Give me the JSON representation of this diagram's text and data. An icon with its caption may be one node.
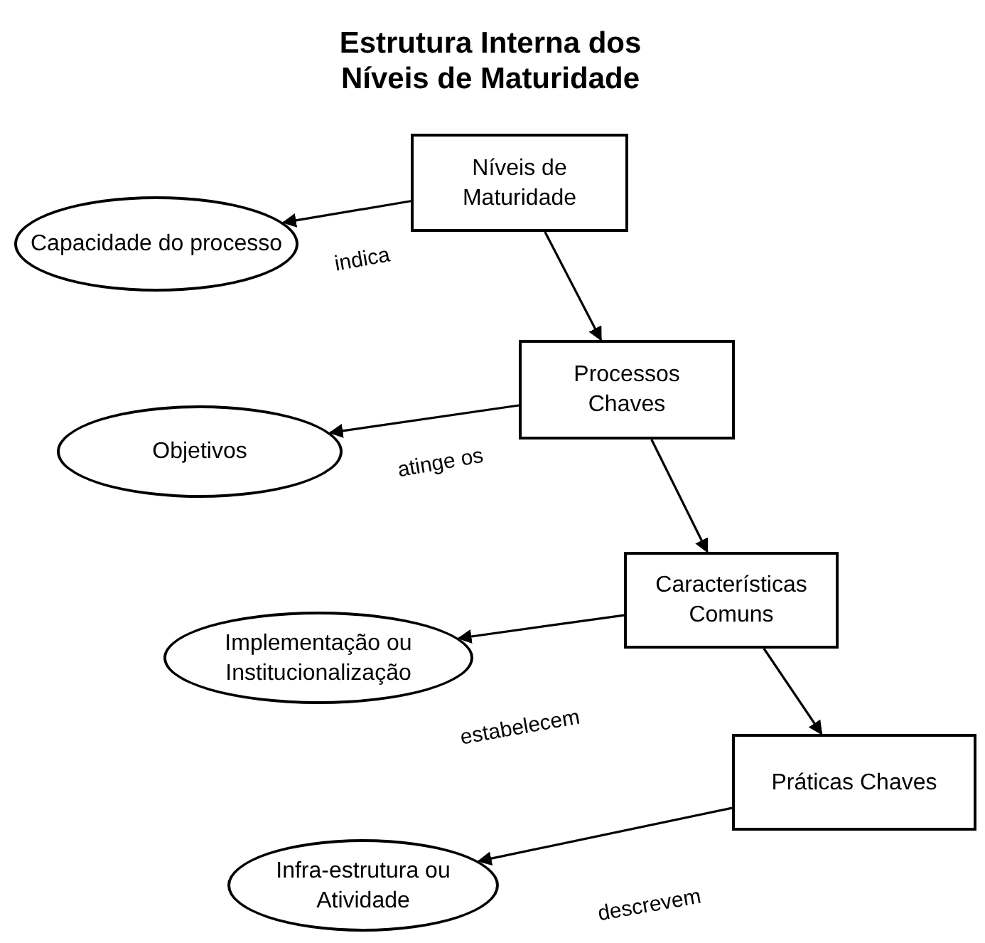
{
  "diagram": {
    "title": "Estrutura Interna dos Níveis de Maturidade",
    "nodes": [
      {
        "text": [
          "Níveis de Maturidade"
        ]
      },
      {
        "text": [
          "Capacidade do processo"
        ]
      },
      {
        "text": [
          "Processos Chaves"
        ]
      },
      {
        "text": [
          "Objetivos"
        ]
      },
      {
        "text": [
          "Características Comuns"
        ]
      },
      {
        "text": [
          "Implementação ou Institucionalização"
        ]
      },
      {
        "text": [
          "Práticas Chaves"
        ]
      },
      {
        "text": [
          "Infra-estrutura ou Atividade"
        ]
      }
    ],
    "edges": [
      {
        "from": 0,
        "to": 1,
        "arrow": "to",
        "label": "indica"
      },
      {
        "from": 0,
        "to": 2,
        "arrow": "to"
      },
      {
        "from": 2,
        "to": 3,
        "arrow": "to",
        "label": "atinge os"
      },
      {
        "from": 2,
        "to": 4,
        "arrow": "to"
      },
      {
        "from": 4,
        "to": 5,
        "arrow": "to",
        "label": "estabelecem"
      },
      {
        "from": 4,
        "to": 6,
        "arrow": "to"
      },
      {
        "from": 6,
        "to": 7,
        "arrow": "to",
        "label": "descrevem"
      }
    ]
  }
}
